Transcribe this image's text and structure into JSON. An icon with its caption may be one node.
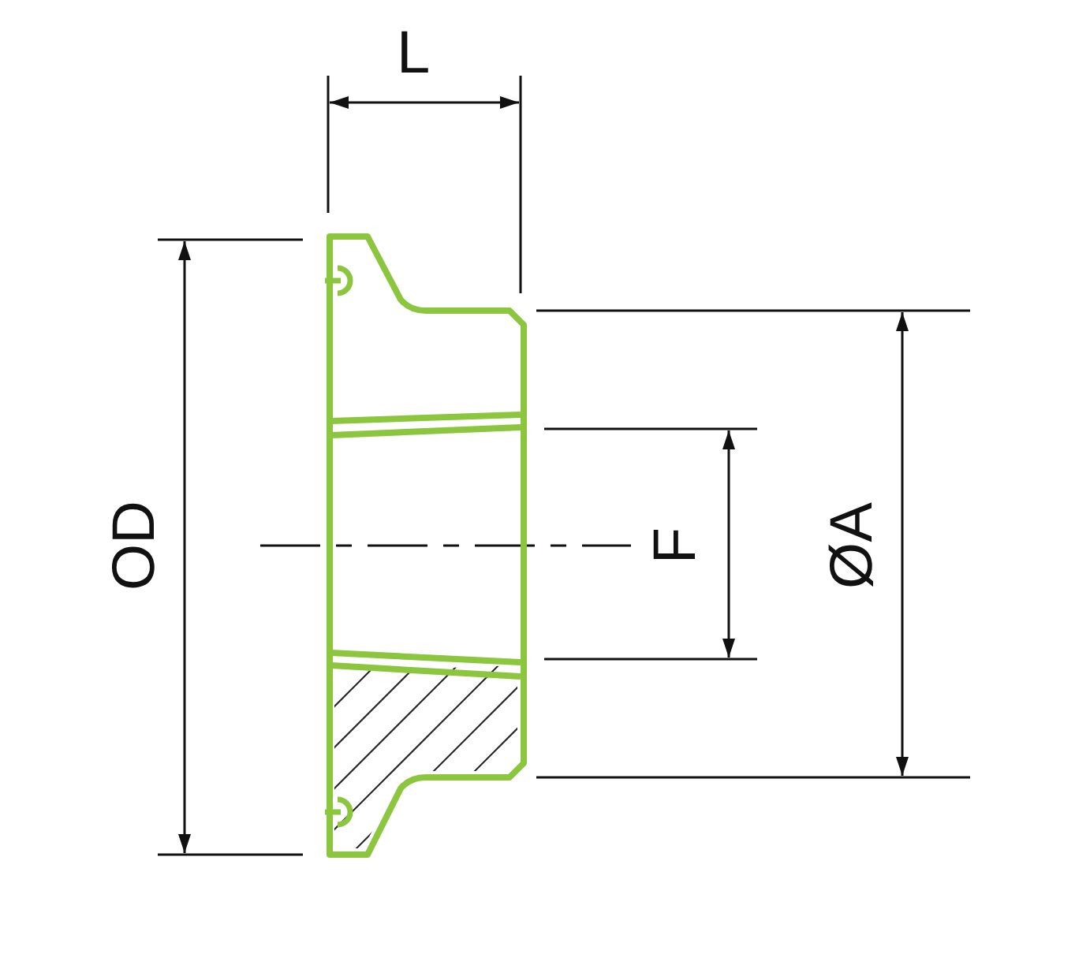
{
  "diagram": {
    "labels": [
      "L",
      "OD",
      "F",
      "ØA"
    ]
  }
}
